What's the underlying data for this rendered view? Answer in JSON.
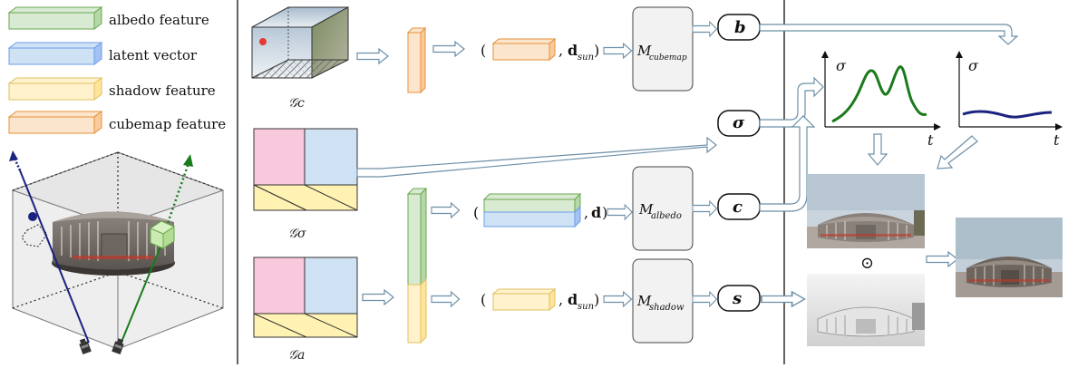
{
  "legend": {
    "albedo": "albedo feature",
    "latent": "latent vector",
    "shadow": "shadow feature",
    "cubemap": "cubemap feature"
  },
  "grids": {
    "cubemap": "𝒢c",
    "sigma": "𝒢σ",
    "albedo": "𝒢a"
  },
  "modules": {
    "cubemap": {
      "name": "M",
      "sub": "cubemap"
    },
    "albedo": {
      "name": "M",
      "sub": "albedo"
    },
    "shadow": {
      "name": "M",
      "sub": "shadow"
    }
  },
  "outputs": {
    "b": "b",
    "sigma": "σ",
    "c": "c",
    "s": "s"
  },
  "inputs": {
    "sun": "d",
    "sun_sub": "sun",
    "dir": "d"
  },
  "plots": {
    "y_axis": "σ",
    "x_axis": "t"
  },
  "composite_operator": "⊙",
  "colors": {
    "albedo_fill": "#d9ead3",
    "albedo_stroke": "#6aa84f",
    "latent_fill": "#cfe2f3",
    "latent_stroke": "#6d9eeb",
    "shadow_fill": "#fff2cc",
    "shadow_stroke": "#e0c060",
    "cubemap_fill": "#fce5cd",
    "cubemap_stroke": "#e69138",
    "module_fill": "#f2f2f2",
    "arrow_fill": "#ffffff",
    "arrow_stroke": "#6d8fa8"
  }
}
